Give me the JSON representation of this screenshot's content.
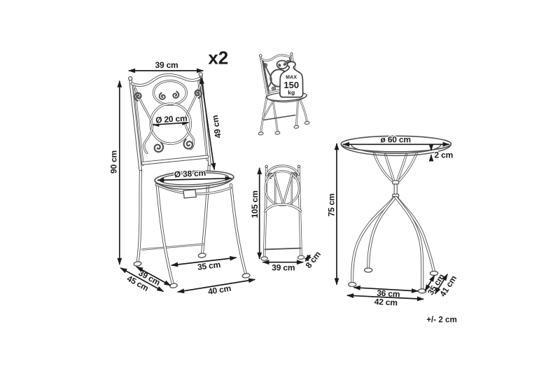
{
  "quantity_label": "x2",
  "tolerance_note": "+/- 2 cm",
  "load_limit": {
    "line1": "MAX",
    "line2": "150",
    "line3": "kg"
  },
  "chair_front": {
    "width_top": "39 cm",
    "height": "90 cm",
    "backrest_height": "49 cm",
    "backrest_circle_diameter": "Ø 20 cm",
    "seat_diameter": "Ø 38 cm",
    "front_width": "35 cm",
    "base_width": "40 cm",
    "depth_feet": "39 cm",
    "depth_total": "45 cm"
  },
  "chair_folded": {
    "height": "105 cm",
    "width": "39 cm",
    "depth": "8 cm"
  },
  "table": {
    "top_diameter": "ø 60 cm",
    "top_thickness": "2 cm",
    "height": "75 cm",
    "base_width_inner": "36 cm",
    "base_width_outer": "42 cm",
    "base_depth_inner": "35 cm",
    "base_depth_outer": "41 cm"
  },
  "colors": {
    "artwork_line": "#58585a",
    "dimension_line": "#1c1c1e",
    "background": "#ffffff"
  }
}
